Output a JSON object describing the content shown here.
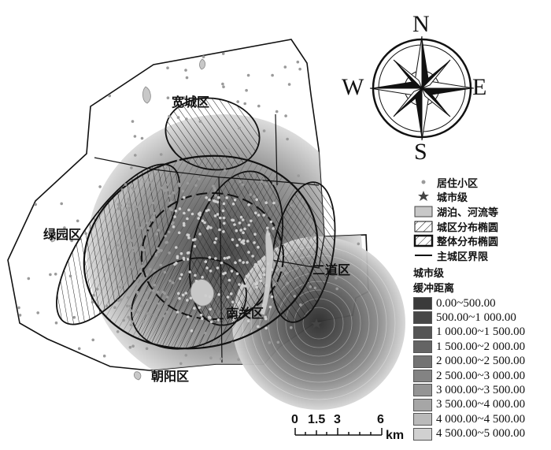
{
  "districts": {
    "kuancheng": "宽城区",
    "lvyuan": "绿园区",
    "nanguan": "南关区",
    "erdao": "二道区",
    "chaoyang": "朝阳区"
  },
  "compass": {
    "north": "N",
    "south": "S",
    "east": "E",
    "west": "W"
  },
  "legend": {
    "residential": "居住小区",
    "city_level": "城市级",
    "water": "湖泊、河流等",
    "district_ellipse": "城区分布椭圆",
    "overall_ellipse": "整体分布椭圆",
    "boundary": "主城区界限",
    "buffer_title_1": "城市级",
    "buffer_title_2": "缓冲距离",
    "buffers": [
      {
        "label": "0.00~500.00",
        "color": "#3a3a3a"
      },
      {
        "label": "500.00~1 000.00",
        "color": "#474747"
      },
      {
        "label": "1 000.00~1 500.00",
        "color": "#555555"
      },
      {
        "label": "1 500.00~2 000.00",
        "color": "#646464"
      },
      {
        "label": "2 000.00~2 500.00",
        "color": "#737373"
      },
      {
        "label": "2 500.00~3 000.00",
        "color": "#838383"
      },
      {
        "label": "3 000.00~3 500.00",
        "color": "#949494"
      },
      {
        "label": "3 500.00~4 000.00",
        "color": "#a6a6a6"
      },
      {
        "label": "4 000.00~4 500.00",
        "color": "#bababa"
      },
      {
        "label": "4 500.00~5 000.00",
        "color": "#d0d0d0"
      }
    ]
  },
  "scale_bar": {
    "ticks": [
      "0",
      "1.5",
      "3",
      "6"
    ],
    "unit": "km"
  },
  "colors": {
    "water": "#c8c8c8",
    "points": "#9a9a9a",
    "outline": "#111111"
  }
}
